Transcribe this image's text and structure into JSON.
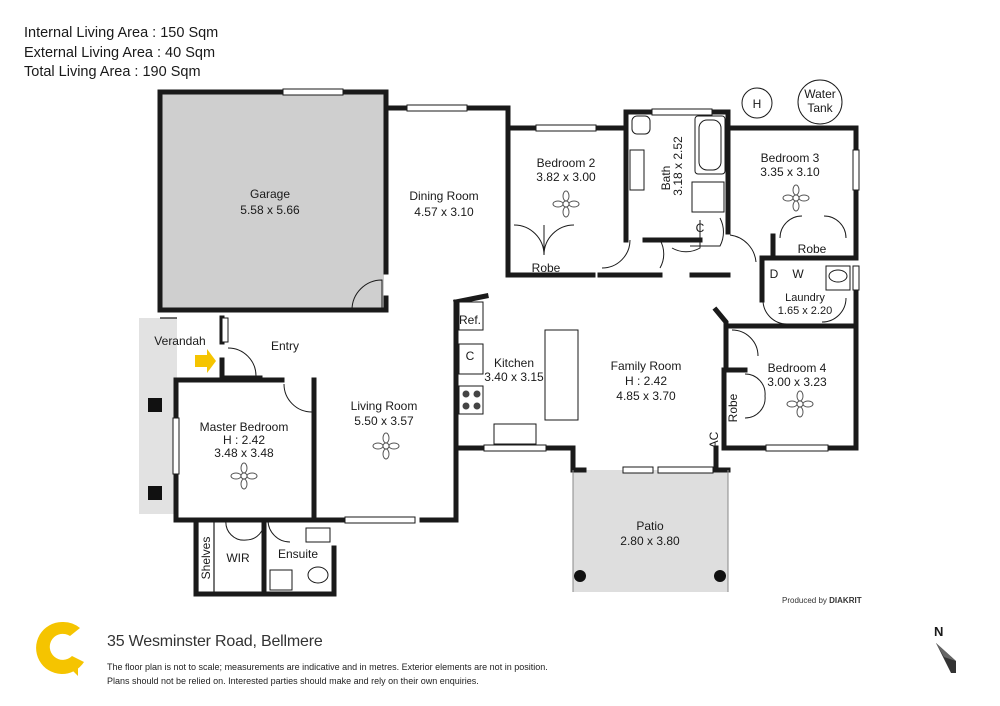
{
  "areas": {
    "internal": "Internal Living Area : 150 Sqm",
    "external": "External Living Area : 40 Sqm",
    "total": "Total Living Area : 190 Sqm"
  },
  "rooms": {
    "garage": {
      "name": "Garage",
      "size": "5.58 x 5.66"
    },
    "dining": {
      "name": "Dining Room",
      "size": "4.57 x 3.10"
    },
    "bed2": {
      "name": "Bedroom 2",
      "size": "3.82 x 3.00"
    },
    "bath": {
      "name": "Bath",
      "size": "3.18 x 2.52"
    },
    "bed3": {
      "name": "Bedroom 3",
      "size": "3.35 x 3.10"
    },
    "robe": "Robe",
    "cupboard": "C",
    "d": "D",
    "w": "W",
    "laundry": {
      "name": "Laundry",
      "size": "1.65 x 2.20"
    },
    "verandah": "Verandah",
    "entry": "Entry",
    "ref": "Ref.",
    "kitchen": {
      "name": "Kitchen",
      "size": "3.40 x 3.15"
    },
    "family": {
      "name": "Family Room",
      "height": "H : 2.42",
      "size": "4.85 x 3.70"
    },
    "bed4": {
      "name": "Bedroom 4",
      "size": "3.00 x 3.23"
    },
    "ac": "AC",
    "living": {
      "name": "Living Room",
      "size": "5.50 x 3.57"
    },
    "master": {
      "name": "Master Bedroom",
      "height": "H : 2.42",
      "size": "3.48 x 3.48"
    },
    "shelves": "Shelves",
    "wir": "WIR",
    "ensuite": "Ensuite",
    "patio": {
      "name": "Patio",
      "size": "2.80 x 3.80"
    },
    "h_marker": "H",
    "tank": {
      "line1": "Water",
      "line2": "Tank"
    }
  },
  "credit": {
    "prefix": "Produced by",
    "brand": "DIAKRIT"
  },
  "address": "35 Wesminster Road, Bellmere",
  "disclaimer": {
    "line1": "The floor plan is not to scale; measurements are indicative and in metres. Exterior elements are not in position.",
    "line2": "Plans should not be relied on. Interested parties should make and rely on their own enquiries."
  },
  "compass": "N",
  "colors": {
    "wall": "#1a1a1a",
    "garage_fill": "#cfcfcf",
    "verandah_fill": "#e2e2e2",
    "patio_fill": "#dedede",
    "arrow": "#f5c400",
    "logo": "#f5c400"
  }
}
